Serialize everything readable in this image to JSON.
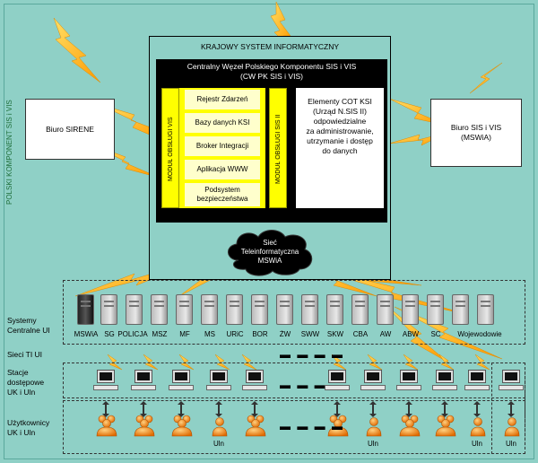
{
  "side_label": "POLSKI KOMPONENT SIS i VIS",
  "krajowy": "KRAJOWY SYSTEM INFORMATYCZNY",
  "cw_title_1": "Centralny Węzeł Polskiego Komponentu SIS i VIS",
  "cw_title_2": "(CW PK SIS i VIS)",
  "modul_vis": "MODUŁ OBSŁUGI VIS",
  "modul_sis": "MODUŁ OBSŁUGI SIS II",
  "modules": [
    "Rejestr Zdarzeń",
    "Bazy danych KSI",
    "Broker Integracji",
    "Aplikacja WWW",
    "Podsystem bezpieczeństwa"
  ],
  "cot_text": [
    "Elementy COT KSI",
    "(Urząd N.SIS II)",
    "odpowiedzialne",
    "za administrowanie,",
    "utrzymanie i dostęp",
    "do danych"
  ],
  "biuro_sirene": "Biuro SIRENE",
  "biuro_sis_1": "Biuro SIS i VIS",
  "biuro_sis_2": "(MSWiA)",
  "network_1": "Sieć",
  "network_2": "Teleinformatyczna",
  "network_3": "MSWiA",
  "row_labels": {
    "systemy_1": "Systemy",
    "systemy_2": "Centralne UI",
    "sieci": "Sieci TI UI",
    "stacje_1": "Stacje",
    "stacje_2": "dostępowe",
    "stacje_3": "UK i Uln",
    "uzytk_1": "Użytkownicy",
    "uzytk_2": "UK i Uln"
  },
  "servers": [
    "MSWiA",
    "SG",
    "POLICJA",
    "MSZ",
    "MF",
    "MS",
    "URiC",
    "BOR",
    "ŻW",
    "SWW",
    "SKW",
    "CBA",
    "AW",
    "ABW",
    "SC",
    "Wojewodowie"
  ],
  "dots": "▬ ▬ ▬ ▬",
  "uln_label": "Uln",
  "colors": {
    "background": "#8fd0c6",
    "yellow": "#ffff00",
    "lightning": "#ffb000"
  }
}
